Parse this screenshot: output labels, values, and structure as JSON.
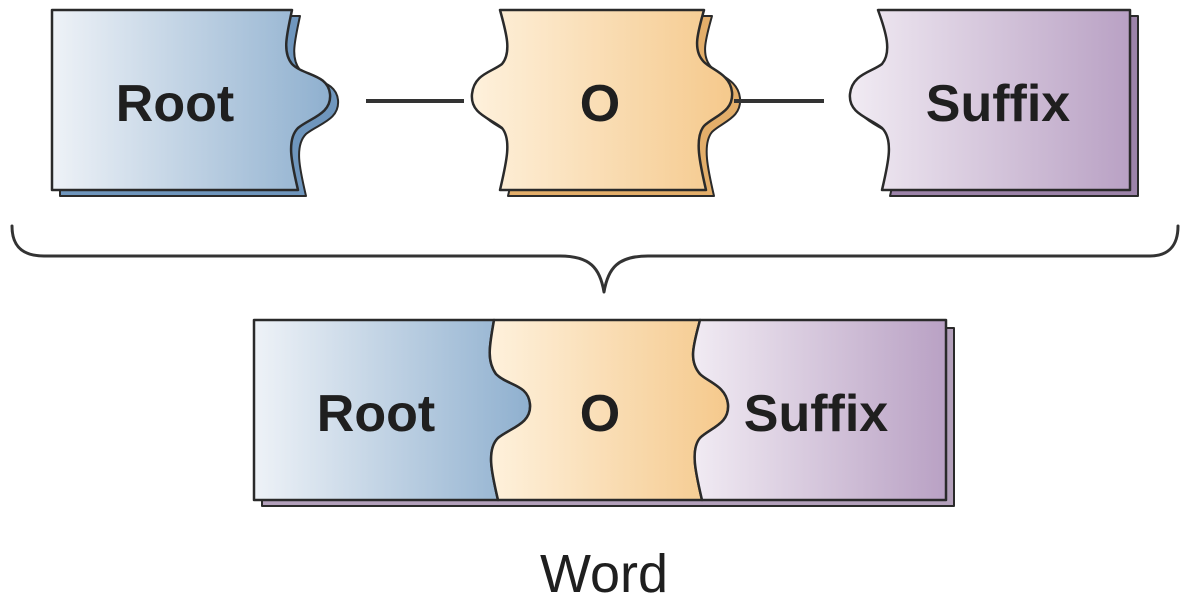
{
  "top_row": {
    "root_label": "Root",
    "combining_vowel_label": "O",
    "suffix_label": "Suffix"
  },
  "bottom_row": {
    "root_label": "Root",
    "combining_vowel_label": "O",
    "suffix_label": "Suffix"
  },
  "word_caption": "Word",
  "colors": {
    "root_light": "#e6edf4",
    "root_dark": "#8fb0cf",
    "root_edge": "#6f96bd",
    "vowel_light": "#fde9cc",
    "vowel_dark": "#f5c98c",
    "vowel_edge": "#e3ae6a",
    "suffix_light": "#ece3ee",
    "suffix_dark": "#bca6c6",
    "suffix_edge": "#9c83a9",
    "outline": "#2a2a2a",
    "connector": "#333333"
  }
}
